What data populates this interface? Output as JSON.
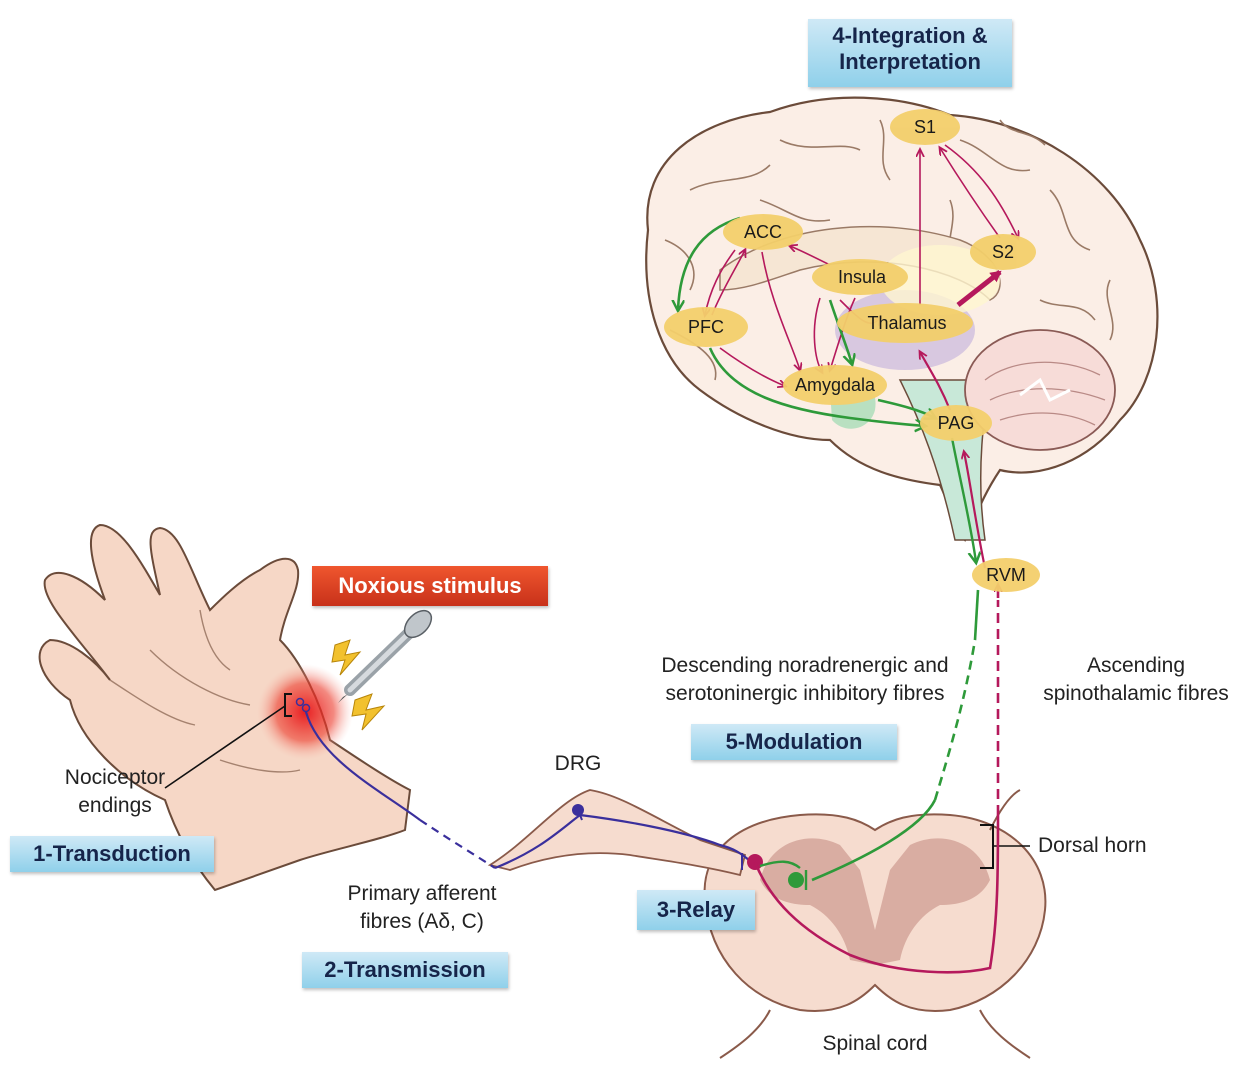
{
  "stages": {
    "transduction": "1-Transduction",
    "transmission": "2-Transmission",
    "relay": "3-Relay",
    "integration_line1": "4-Integration &",
    "integration_line2": "Interpretation",
    "modulation": "5-Modulation"
  },
  "stimulus": {
    "label": "Noxious stimulus"
  },
  "labels": {
    "nociceptor_line1": "Nociceptor",
    "nociceptor_line2": "endings",
    "primary_line1": "Primary afferent",
    "primary_line2": "fibres (Aδ, C)",
    "drg": "DRG",
    "descending_line1": "Descending noradrenergic and",
    "descending_line2": "serotoninergic inhibitory fibres",
    "ascending_line1": "Ascending",
    "ascending_line2": "spinothalamic fibres",
    "dorsal_horn": "Dorsal horn",
    "spinal_cord": "Spinal cord"
  },
  "brain_regions": {
    "s1": "S1",
    "s2": "S2",
    "acc": "ACC",
    "insula": "Insula",
    "pfc": "PFC",
    "thalamus": "Thalamus",
    "amygdala": "Amygdala",
    "pag": "PAG",
    "rvm": "RVM"
  },
  "colors": {
    "ascending": "#b5195c",
    "descending": "#2e9a3a",
    "afferent": "#3a2f9c",
    "region_fill": "#f3cf6b",
    "stage_box": "#8fd0ea",
    "stimulus_box": "#d93a20"
  }
}
